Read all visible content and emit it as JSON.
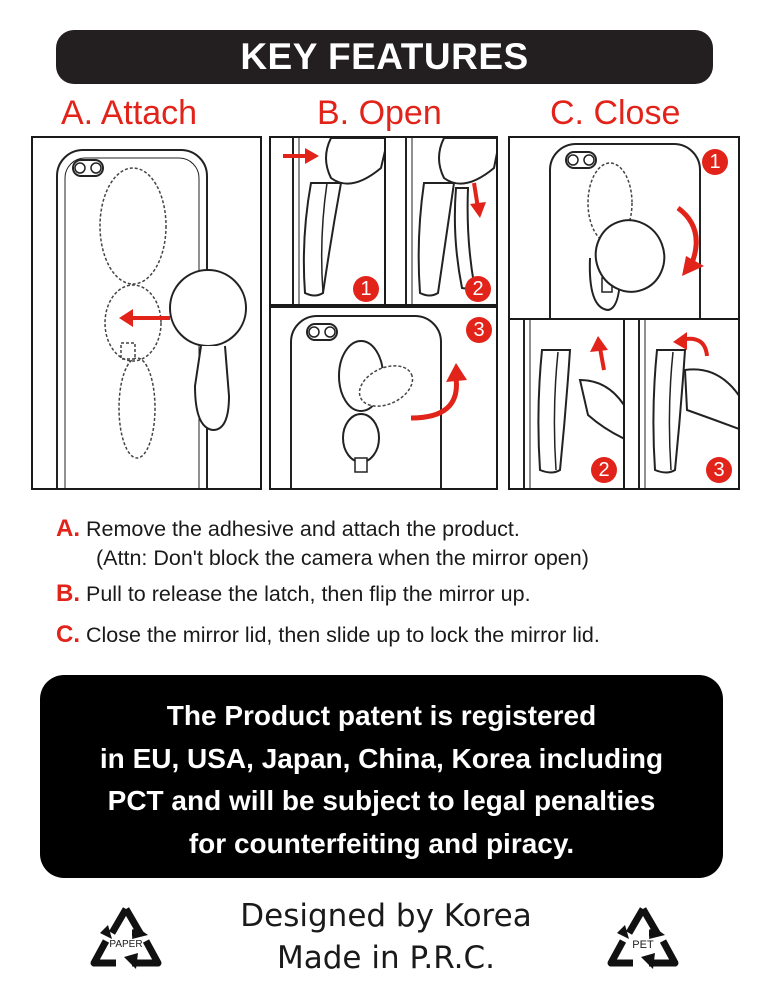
{
  "header": {
    "title": "KEY FEATURES"
  },
  "steps": {
    "attach": "A. Attach",
    "open": "B. Open",
    "close": "C. Close"
  },
  "badges": {
    "one": "1",
    "two": "2",
    "three": "3"
  },
  "instructions": {
    "a_letter": "A.",
    "a_text": "Remove the adhesive and attach the product.",
    "a_note": "(Attn: Don't block the camera when the mirror open)",
    "b_letter": "B.",
    "b_text": "Pull to release the latch, then flip the mirror up.",
    "c_letter": "C.",
    "c_text": "Close the mirror lid, then slide up to lock the mirror lid."
  },
  "notice": {
    "line1": "The Product patent is registered",
    "line2": "in EU, USA, Japan, China, Korea including",
    "line3": "PCT and will be subject to legal penalties",
    "line4": "for counterfeiting and piracy."
  },
  "footer": {
    "designed": "Designed by Korea",
    "made": "Made in P.R.C.",
    "left_recycle_label": "PAPER",
    "right_recycle_label": "PET"
  },
  "colors": {
    "accent": "#e2231a",
    "dark": "#231f20"
  },
  "icons": [
    "recycle-paper-icon",
    "recycle-pet-icon",
    "arrow-icon"
  ]
}
